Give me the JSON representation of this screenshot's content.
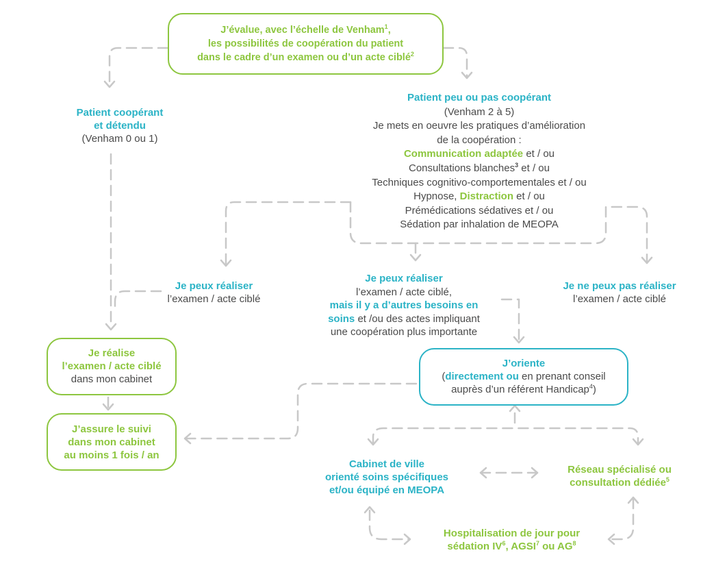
{
  "colors": {
    "green": "#8dc63f",
    "cyan": "#2bb3c6",
    "text": "#4a4a4a",
    "connector": "#c8c8c8"
  },
  "top": {
    "l1": "J’évalue, avec l’échelle de Venham",
    "l1_sup": "1",
    "l2": ",",
    "l3": "les possibilités de coopération du patient",
    "l4": "dans le cadre d’un examen ou d’un acte ciblé",
    "l4_sup": "2"
  },
  "cooperant": {
    "l1": "Patient coopérant",
    "l2": "et détendu",
    "l3": "(Venham 0 ou 1)"
  },
  "non_cooperant": {
    "title": "Patient peu ou pas coopérant",
    "l2": "(Venham 2 à 5)",
    "l3": "Je mets en oeuvre les pratiques d’amélioration",
    "l4": "de la coopération :",
    "l5_b": "Communication adaptée",
    "l5_n": " et / ou",
    "l6": "Consultations blanches",
    "l6_sup": "3",
    "l6_n": " et / ou",
    "l7": "Techniques cognitivo-comportementales et / ou",
    "l8_a": "Hypnose, ",
    "l8_b": "Distraction",
    "l8_n": " et / ou",
    "l9": "Prémédications sédatives et / ou",
    "l10": "Sédation par inhalation de MEOPA"
  },
  "peux_left": {
    "l1": "Je peux réaliser",
    "l2": "l’examen / acte ciblé"
  },
  "peux_mid": {
    "l1": "Je peux réaliser",
    "l2": "l’examen / acte ciblé,",
    "l3": "mais il y a d’autres besoins en",
    "l4_b": "soins",
    "l4_n": " et /ou des actes impliquant",
    "l5": "une coopération plus importante"
  },
  "peux_pas": {
    "l1": "Je ne peux pas réaliser",
    "l2": "l’examen / acte ciblé"
  },
  "realise": {
    "l1": "Je réalise",
    "l2": "l’examen / acte ciblé",
    "l3": "dans mon cabinet"
  },
  "suivi": {
    "l1": "J’assure le suivi",
    "l2": "dans mon cabinet",
    "l3": "au moins 1 fois / an"
  },
  "oriente": {
    "l1": "J’oriente",
    "l2_a": "(",
    "l2_b": "directement ou",
    "l2_n": " en prenant conseil",
    "l3": "auprès d’un référent Handicap",
    "l3_sup": "4",
    "l3_end": ")"
  },
  "cabinet_ville": {
    "l1": "Cabinet de ville",
    "l2": "orienté soins spécifiques",
    "l3": "et/ou équipé en MEOPA"
  },
  "reseau": {
    "l1": "Réseau spécialisé ou",
    "l2": "consultation dédiée",
    "l2_sup": "5"
  },
  "hospitalisation": {
    "l1": "Hospitalisation de jour pour",
    "l2_a": "sédation IV",
    "l2_sup1": "6",
    "l2_b": ", AGSI",
    "l2_sup2": "7",
    "l2_c": " ou AG",
    "l2_sup3": "8"
  }
}
